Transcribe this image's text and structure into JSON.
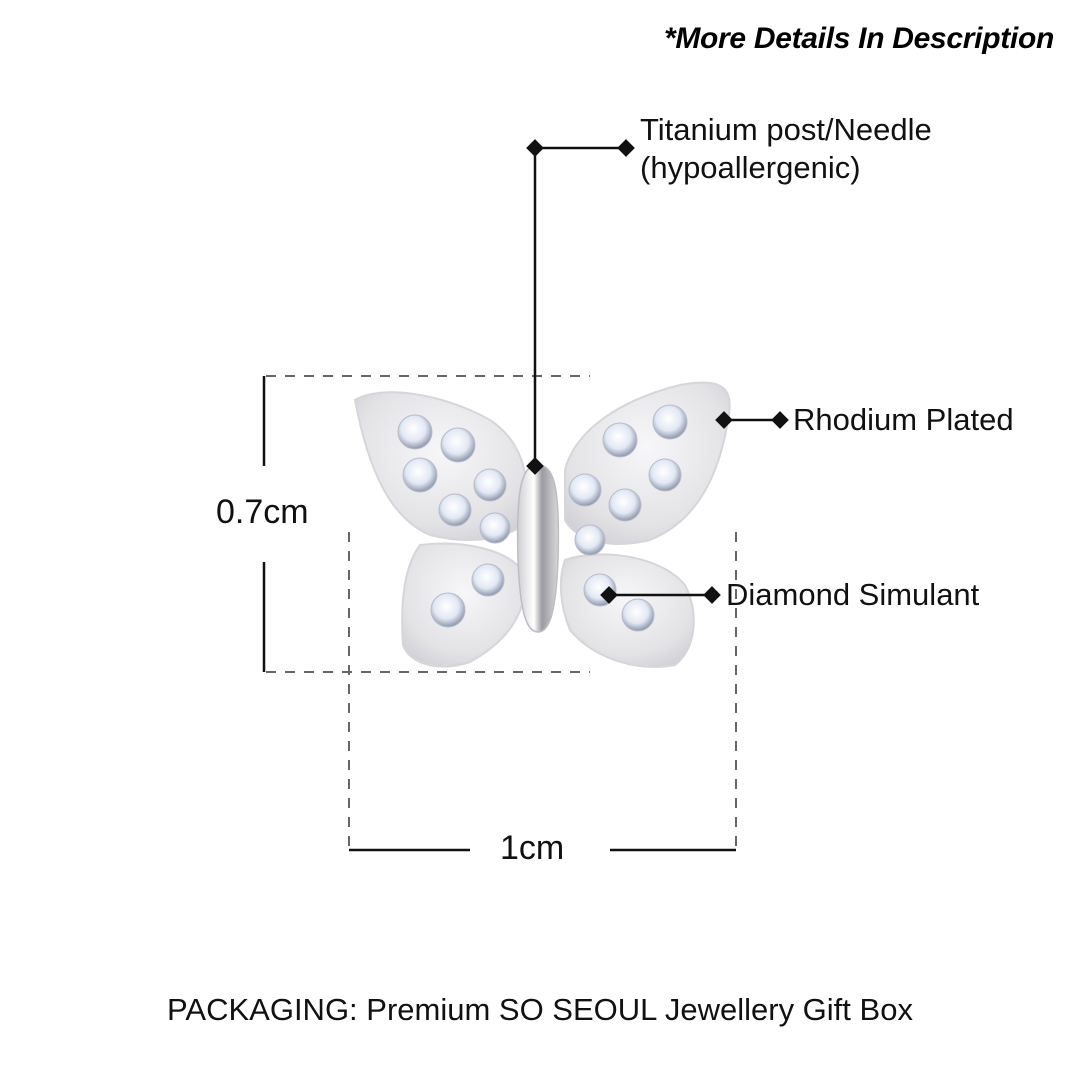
{
  "header": {
    "note": "*More Details In Description"
  },
  "callouts": [
    {
      "id": "post",
      "line1": "Titanium post/Needle",
      "line2": "(hypoallergenic)"
    },
    {
      "id": "plating",
      "label": "Rhodium Plated"
    },
    {
      "id": "stones",
      "label": "Diamond Simulant"
    }
  ],
  "dimensions": {
    "height": "0.7cm",
    "width": "1cm"
  },
  "footer": {
    "packaging": "PACKAGING: Premium SO SEOUL Jewellery Gift Box"
  },
  "product": {
    "image": "butterfly-stud-earring",
    "metal_color": "#e9e9ec",
    "stone_color": "#dfe6f3"
  }
}
